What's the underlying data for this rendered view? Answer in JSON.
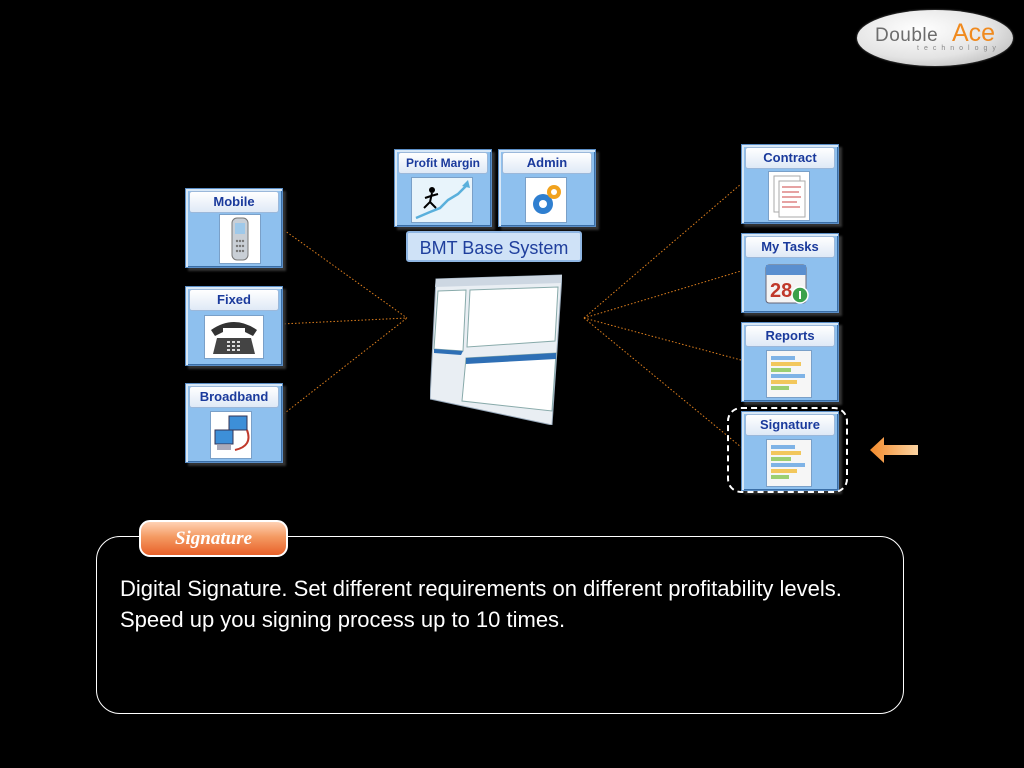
{
  "logo": {
    "word1": "Double",
    "word2": "Ace",
    "tagline": "technology"
  },
  "base_system": {
    "label": "BMT Base System"
  },
  "modules_top": [
    {
      "label": "Profit Margin",
      "icon": "profit-chart-icon"
    },
    {
      "label": "Admin",
      "icon": "gears-icon"
    }
  ],
  "channels_left": [
    {
      "label": "Mobile",
      "icon": "mobile-phone-icon"
    },
    {
      "label": "Fixed",
      "icon": "desk-phone-icon"
    },
    {
      "label": "Broadband",
      "icon": "network-computers-icon"
    }
  ],
  "modules_right": [
    {
      "label": "Contract",
      "icon": "contract-document-icon"
    },
    {
      "label": "My Tasks",
      "icon": "calendar-icon"
    },
    {
      "label": "Reports",
      "icon": "report-icon"
    },
    {
      "label": "Signature",
      "icon": "signature-report-icon",
      "highlighted": true
    }
  ],
  "info": {
    "title": "Signature",
    "text": "Digital Signature. Set different requirements on different profitability levels. Speed up you signing process up to 10 times."
  },
  "colors": {
    "card_fill": "#8ec0ee",
    "card_title": "#1a3a9c",
    "connector": "#e0801e",
    "tab_orange": "#f49a62"
  }
}
